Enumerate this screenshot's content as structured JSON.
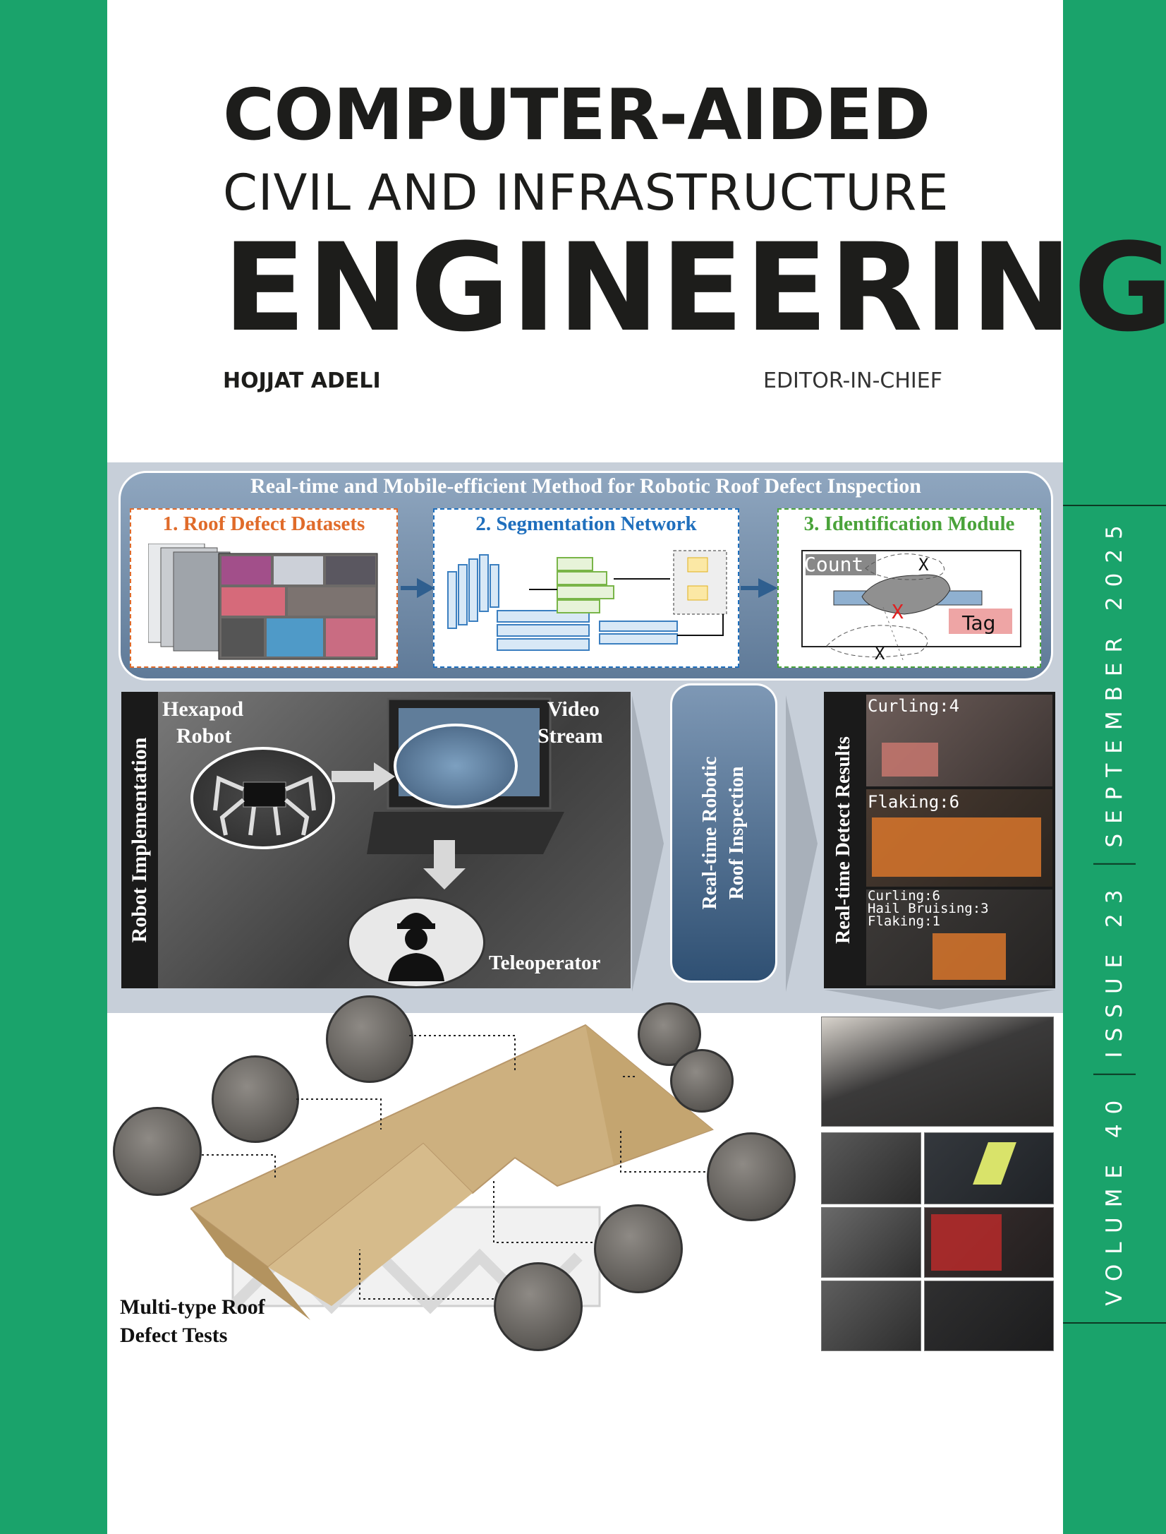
{
  "colors": {
    "band": "#1aa36b",
    "spine_line": "#0d3a24",
    "masthead": "#1d1d1b",
    "stage1": "#e06b2a",
    "stage2": "#1f6fbd",
    "stage3": "#4aa33a",
    "panel_bg": "#c7cfd9"
  },
  "masthead": {
    "line1": "COMPUTER-AIDED",
    "line2": "CIVIL AND INFRASTRUCTURE",
    "line3": "ENGINEERING",
    "editor": "HOJJAT ADELI",
    "editor_role": "EDITOR-IN-CHIEF"
  },
  "spine": {
    "volume": "VOLUME 40",
    "issue": "ISSUE 23",
    "date": "SEPTEMBER 2025"
  },
  "abstract": {
    "title": "Real-time and Mobile-efficient Method for Robotic Roof Defect Inspection",
    "stage1": "1. Roof Defect Datasets",
    "stage2": "2. Segmentation Network",
    "stage3": "3. Identification Module",
    "count_label": "Count",
    "tag_label": "Tag",
    "mark_x": "X",
    "robot_impl": "Robot Implementation",
    "hexapod": "Hexapod",
    "robot": "Robot",
    "video": "Video",
    "stream": "Stream",
    "teleoperator": "Teleoperator",
    "realtime_line1": "Real-time Robotic",
    "realtime_line2": "Roof Inspection",
    "detect_results": "Real-time Detect Results",
    "curling": "Curling:4",
    "flaking": "Flaking:6",
    "multi1": "Curling:6",
    "multi2": "Hail Bruising:3",
    "multi3": "Flaking:1",
    "defect_tests_line1": "Multi-type Roof",
    "defect_tests_line2": "Defect Tests"
  }
}
